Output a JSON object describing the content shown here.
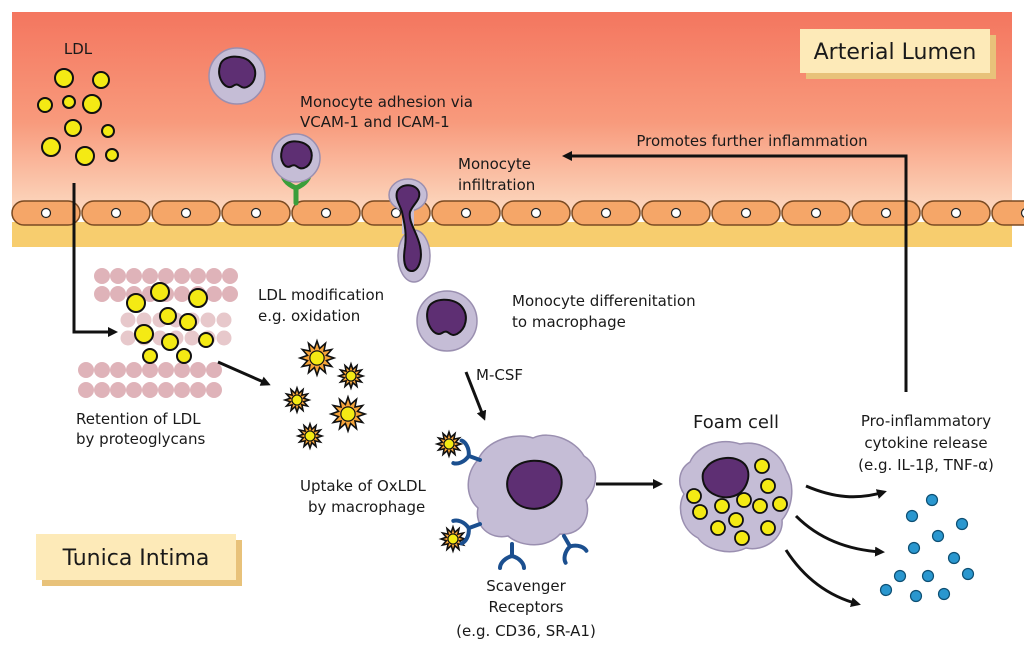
{
  "regions": {
    "lumen": "Arterial Lumen",
    "intima": "Tunica Intima"
  },
  "labels": {
    "ldl": "LDL",
    "adhesion_1": "Monocyte adhesion via",
    "adhesion_2": "VCAM-1 and ICAM-1",
    "infiltration_1": "Monocyte",
    "infiltration_2": "infiltration",
    "feedback": "Promotes further inflammation",
    "modification_1": "LDL modification",
    "modification_2": "e.g. oxidation",
    "differentiation_1": "Monocyte differenitation",
    "differentiation_2": "to macrophage",
    "retention_1": "Retention of LDL",
    "retention_2": "by proteoglycans",
    "mcsf": "M-CSF",
    "foam_cell": "Foam cell",
    "cytokine_1": "Pro-inflammatory",
    "cytokine_2": "cytokine release",
    "cytokine_3": "(e.g. IL-1β, TNF-α)",
    "uptake_1": "Uptake of OxLDL",
    "uptake_2": "by macrophage",
    "scavenger_1": "Scavenger",
    "scavenger_2": "Receptors",
    "scavenger_3": "(e.g. CD36, SR-A1)"
  },
  "colors": {
    "lumen_top": "#f4765f",
    "lumen_bottom": "#fcd9c0",
    "endothelium": "#f5a668",
    "intima_band": "#f7cd6e",
    "ldl": "#f4ea14",
    "monocyte_body": "#c5bdd6",
    "monocyte_nucleus": "#5e2f73",
    "receptor": "#1b4f8f",
    "adhesion_molecule": "#3a9e3a",
    "cytokine": "#2a97cf",
    "proteoglycan": "#d49aa1",
    "label_box": "#fdeab8"
  }
}
